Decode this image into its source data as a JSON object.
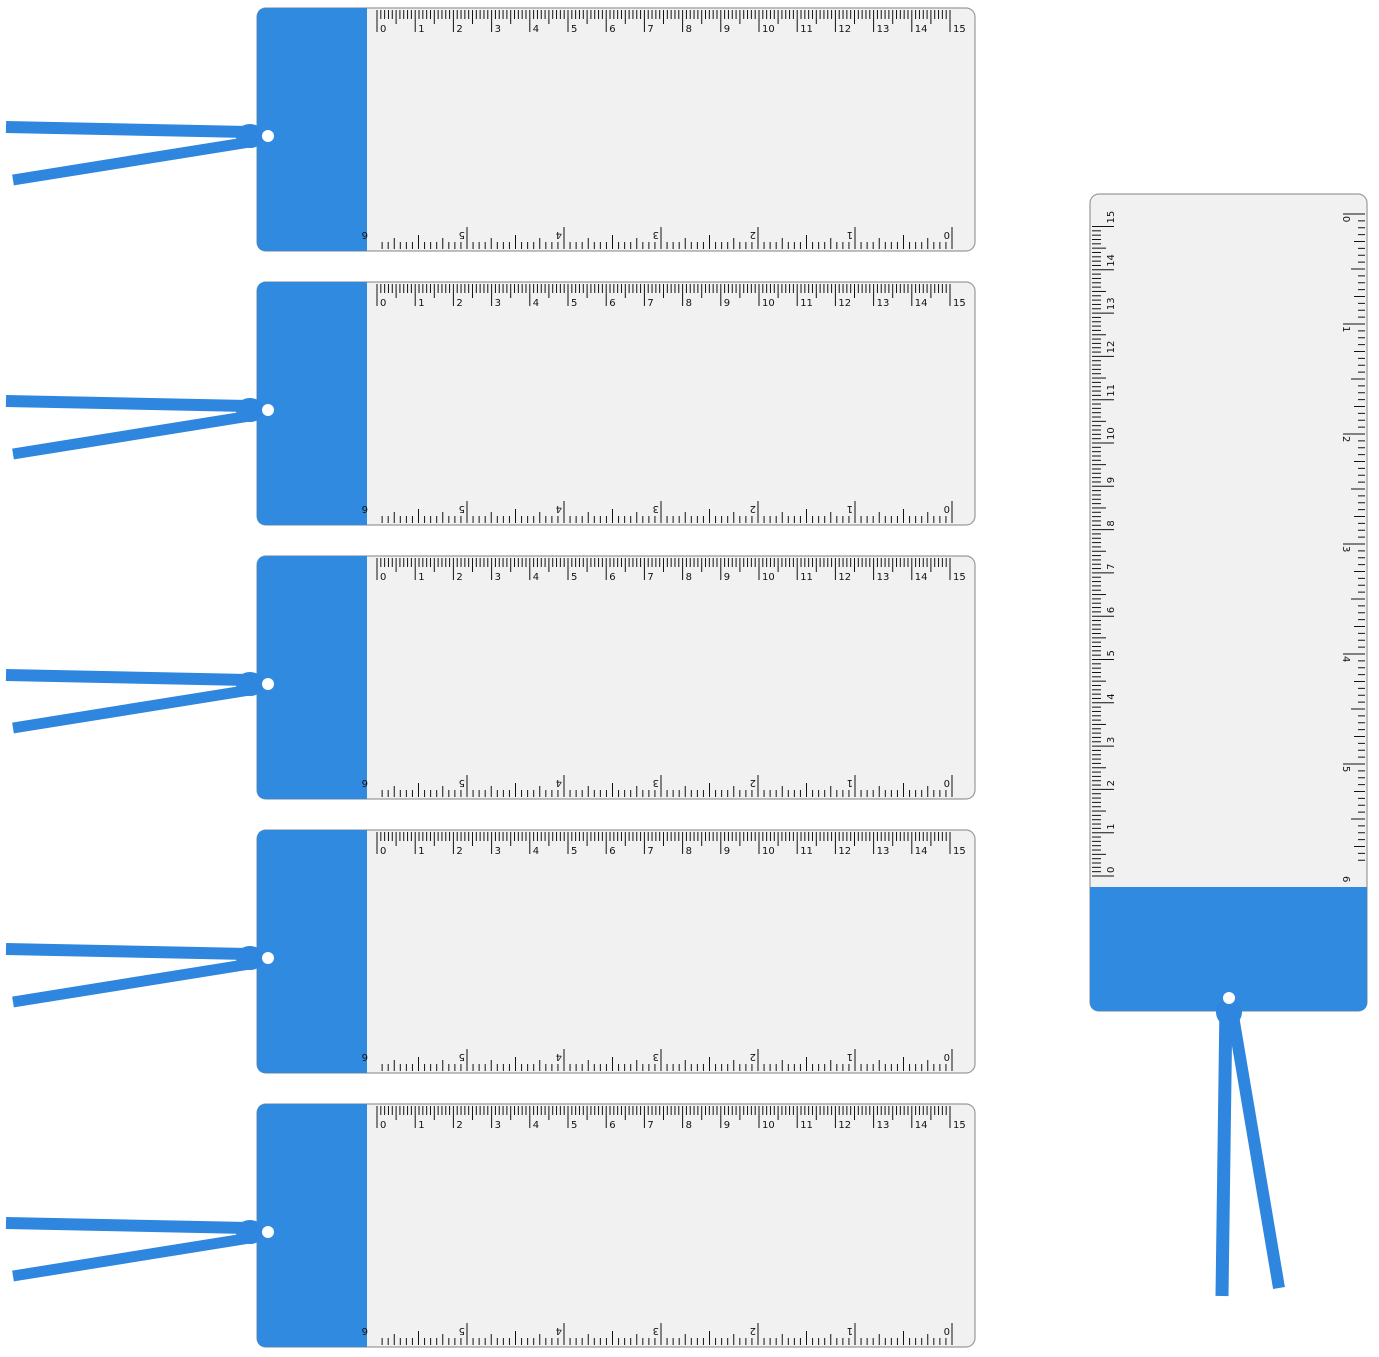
{
  "colors": {
    "accent_blue": "#2F8AE0",
    "ribbon_blue": "#2E86DE",
    "card_face": "#F1F1F1",
    "card_border": "#9A9A9A",
    "tick": "#111111"
  },
  "products": {
    "bookmarks": [
      {
        "cm_labels": [
          "0",
          "1",
          "2",
          "3",
          "4",
          "5",
          "6",
          "7",
          "8",
          "9",
          "10",
          "11",
          "12",
          "13",
          "14",
          "15"
        ],
        "inch_labels": [
          "0",
          "1",
          "2",
          "3",
          "4",
          "5",
          "6"
        ]
      },
      {
        "cm_labels": [
          "0",
          "1",
          "2",
          "3",
          "4",
          "5",
          "6",
          "7",
          "8",
          "9",
          "10",
          "11",
          "12",
          "13",
          "14",
          "15"
        ],
        "inch_labels": [
          "0",
          "1",
          "2",
          "3",
          "4",
          "5",
          "6"
        ]
      },
      {
        "cm_labels": [
          "0",
          "1",
          "2",
          "3",
          "4",
          "5",
          "6",
          "7",
          "8",
          "9",
          "10",
          "11",
          "12",
          "13",
          "14",
          "15"
        ],
        "inch_labels": [
          "0",
          "1",
          "2",
          "3",
          "4",
          "5",
          "6"
        ]
      },
      {
        "cm_labels": [
          "0",
          "1",
          "2",
          "3",
          "4",
          "5",
          "6",
          "7",
          "8",
          "9",
          "10",
          "11",
          "12",
          "13",
          "14",
          "15"
        ],
        "inch_labels": [
          "0",
          "1",
          "2",
          "3",
          "4",
          "5",
          "6"
        ]
      },
      {
        "cm_labels": [
          "0",
          "1",
          "2",
          "3",
          "4",
          "5",
          "6",
          "7",
          "8",
          "9",
          "10",
          "11",
          "12",
          "13",
          "14",
          "15"
        ],
        "inch_labels": [
          "0",
          "1",
          "2",
          "3",
          "4",
          "5",
          "6"
        ]
      }
    ],
    "vertical_bookmark": {
      "cm_labels": [
        "0",
        "1",
        "2",
        "3",
        "4",
        "5",
        "6",
        "7",
        "8",
        "9",
        "10",
        "11",
        "12",
        "13",
        "14",
        "15"
      ],
      "inch_labels": [
        "0",
        "1",
        "2",
        "3",
        "4",
        "5",
        "6"
      ]
    }
  }
}
